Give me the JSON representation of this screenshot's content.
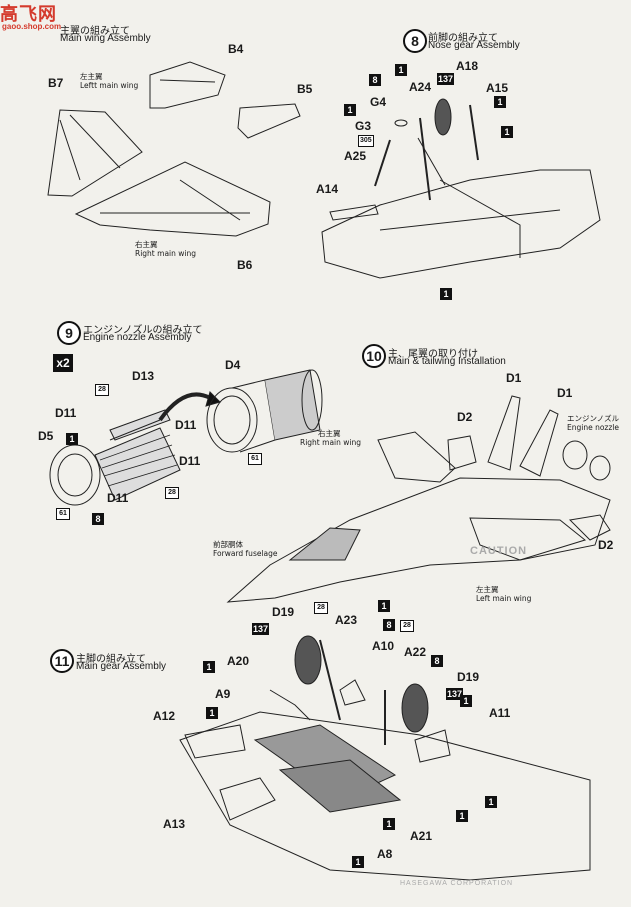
{
  "watermark": {
    "title": "高飞网",
    "url": "gaoo.shop.com"
  },
  "step7": {
    "title_en": "Main wing Assembly",
    "title_jp": "主翼の組み立て",
    "parts": [
      "B4",
      "B7",
      "B5",
      "B6"
    ],
    "left_wing_jp": "左主翼",
    "left_wing_en": "Leftt main wing",
    "right_wing_jp": "右主翼",
    "right_wing_en": "Right main wing"
  },
  "step8": {
    "num": "8",
    "title_jp": "前脚の組み立て",
    "title_en": "Nose gear Assembly",
    "parts": [
      "A24",
      "A18",
      "A15",
      "G4",
      "G3",
      "A25",
      "A14"
    ],
    "paint_codes": [
      "1",
      "8",
      "137",
      "1",
      "1",
      "305",
      "1",
      "1"
    ]
  },
  "step9": {
    "num": "9",
    "title_jp": "エンジンノズルの組み立て",
    "title_en": "Engine nozzle Assembly",
    "quantity": "x2",
    "parts": [
      "D13",
      "D11",
      "D11",
      "D5",
      "D11",
      "D11",
      "D4"
    ],
    "paint_codes": [
      "28",
      "1",
      "28",
      "61",
      "8",
      "61"
    ]
  },
  "step10": {
    "num": "10",
    "title_jp": "主、尾翼の取り付け",
    "title_en": "Main & tailwing Installation",
    "parts": [
      "D1",
      "D1",
      "D2",
      "D2"
    ],
    "right_wing_jp": "右主翼",
    "right_wing_en": "Right main wing",
    "left_wing_jp": "左主翼",
    "left_wing_en": "Left main wing",
    "nozzle_jp": "エンジンノズル",
    "nozzle_en": "Engine nozzle",
    "fuselage_jp": "前部胴体",
    "fuselage_en": "Forward fuselage"
  },
  "step11": {
    "num": "11",
    "title_jp": "主脚の組み立て",
    "title_en": "Main gear Assembly",
    "parts": [
      "D19",
      "A23",
      "A10",
      "A22",
      "D19",
      "A20",
      "A9",
      "A12",
      "A11",
      "A13",
      "A21",
      "A8"
    ],
    "paint_codes": [
      "28",
      "1",
      "8",
      "137",
      "28",
      "1",
      "1",
      "8",
      "137",
      "1",
      "1",
      "1",
      "1",
      "1"
    ]
  },
  "faint_text": {
    "caution": "CAUTION",
    "company": "HASEGAWA CORPORATION"
  }
}
